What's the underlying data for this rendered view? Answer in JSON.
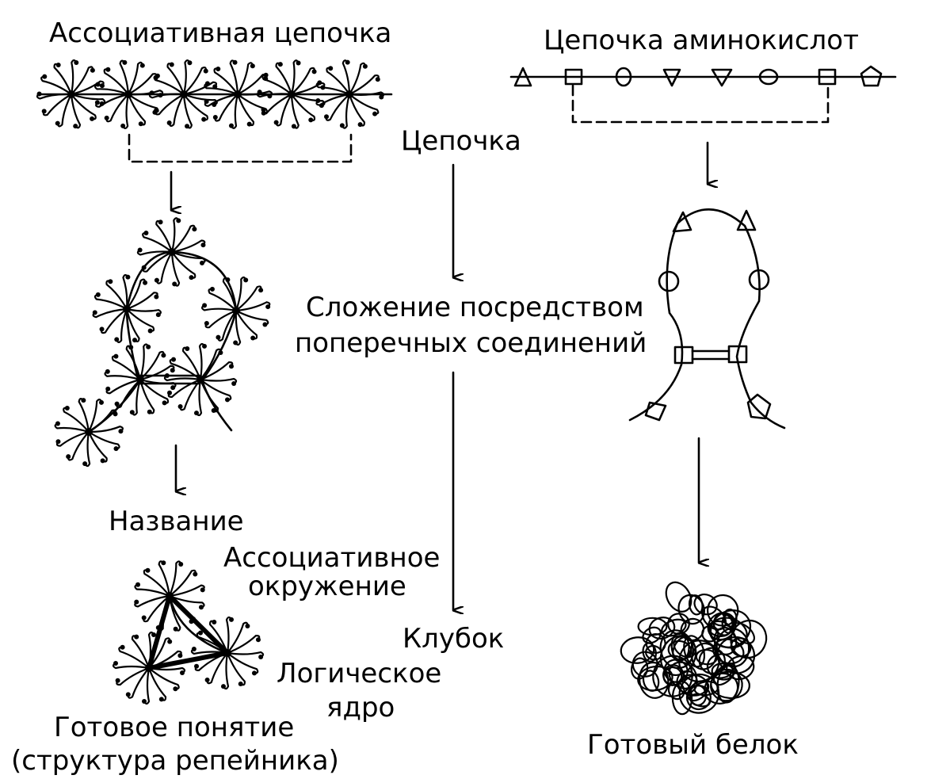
{
  "labels": {
    "assoc_chain": "Ассоциативная цепочка",
    "amino_chain": "Цепочка аминокислот",
    "chain": "Цепочка",
    "folding_1": "Сложение посредством",
    "folding_2": "поперечных соединений",
    "name": "Название",
    "assoc_env_1": "Ассоциативное",
    "assoc_env_2": "окружение",
    "ball": "Клубок",
    "logic_core_1": "Логическое",
    "logic_core_2": "ядро",
    "ready_concept": "Готовое понятие",
    "burdock": "(структура репейника)",
    "ready_protein": "Готовый белок"
  },
  "colors": {
    "ink": "#000000",
    "paper": "#ffffff"
  }
}
